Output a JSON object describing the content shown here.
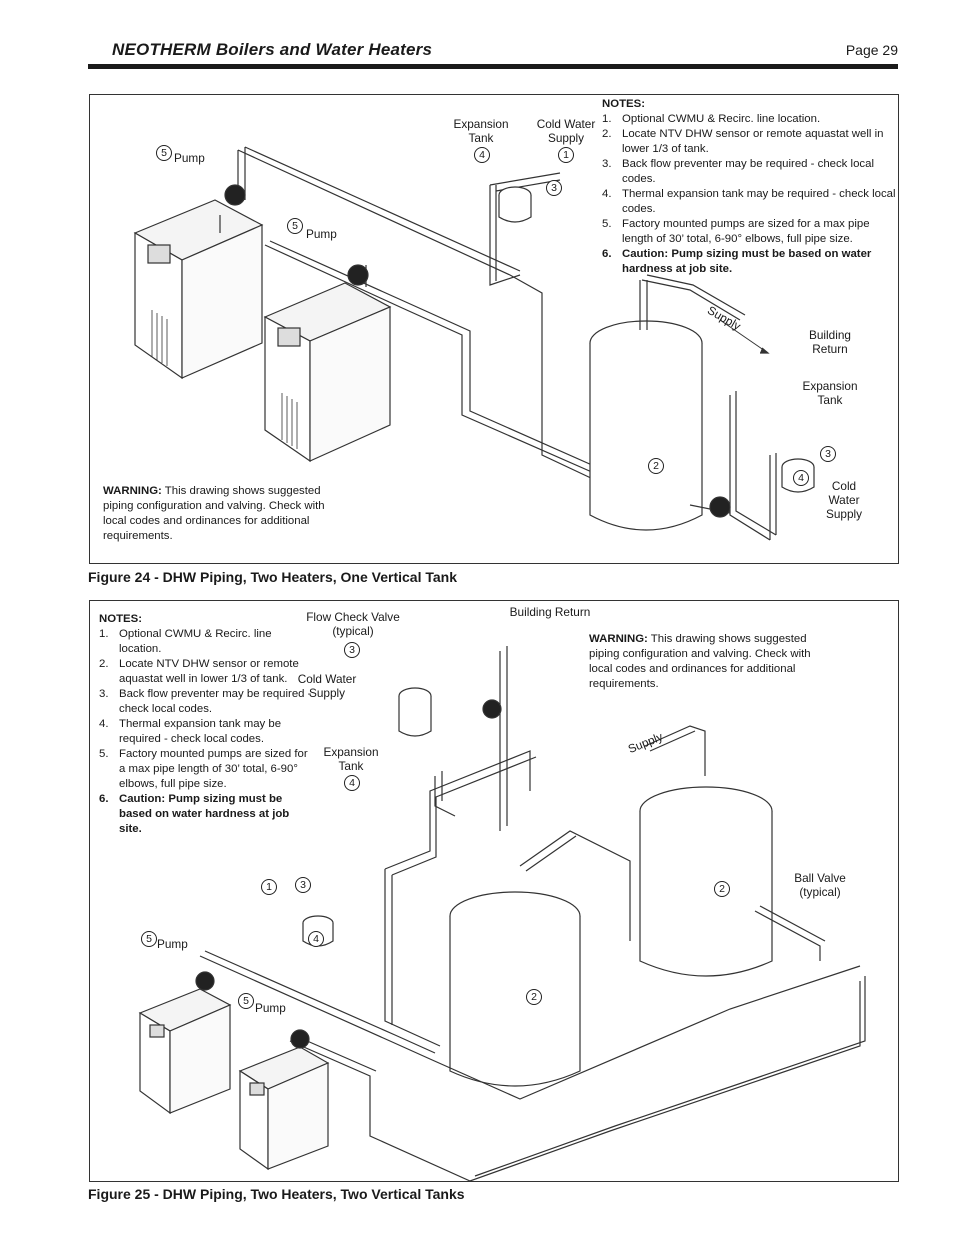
{
  "header": {
    "brand": "NEOTHERM",
    "title_rest": " Boilers and Water Heaters",
    "page": "Page 29"
  },
  "fig24": {
    "caption": "Figure 24 - DHW Piping, Two Heaters, One Vertical Tank",
    "notes_title": "NOTES:",
    "notes": [
      {
        "n": "1.",
        "t": "Optional CWMU & Recirc. line location."
      },
      {
        "n": "2.",
        "t": "Locate NTV DHW sensor or remote aquastat well in lower 1/3 of tank."
      },
      {
        "n": "3.",
        "t": "Back flow preventer may be required - check local codes."
      },
      {
        "n": "4.",
        "t": "Thermal expansion tank may be required - check local codes."
      },
      {
        "n": "5.",
        "t": "Factory mounted pumps are sized for a max pipe length of 30’ total, 6-90° elbows, full pipe size."
      },
      {
        "n": "6.",
        "t": "Caution: Pump sizing must be based on water hardness at job site."
      }
    ],
    "warning_label": "WARNING:",
    "warning_text": " This drawing shows suggested piping configuration and valving. Check with local codes and ordinances for additional requirements.",
    "labels": {
      "expansion_tank": "Expansion Tank",
      "cold_water_supply": "Cold Water Supply",
      "pump": "Pump",
      "supply": "Supply",
      "building_return": "Building Return",
      "expansion_tank_2": "Expansion Tank",
      "cold_water_supply_2": "Cold Water Supply"
    },
    "badges": {
      "b1": "1",
      "b2": "2",
      "b3": "3",
      "b4": "4",
      "b5": "5",
      "b3b": "3",
      "b4b": "4"
    }
  },
  "fig25": {
    "caption": "Figure 25 - DHW Piping, Two Heaters, Two Vertical Tanks",
    "notes_title": "NOTES:",
    "notes": [
      {
        "n": "1.",
        "t": "Optional CWMU & Recirc. line location."
      },
      {
        "n": "2.",
        "t": "Locate NTV DHW sensor or remote aquastat well in lower 1/3 of tank."
      },
      {
        "n": "3.",
        "t": "Back flow preventer may be required - check local codes."
      },
      {
        "n": "4.",
        "t": "Thermal expansion tank may be required - check local codes."
      },
      {
        "n": "5.",
        "t": "Factory mounted pumps are sized for a max pipe length of 30’ total, 6-90° elbows, full pipe size."
      },
      {
        "n": "6.",
        "t": "Caution: Pump sizing must be based on water hardness at job site."
      }
    ],
    "warning_label": "WARNING:",
    "warning_text": " This drawing shows suggested piping configuration and valving. Check with local codes and ordinances for additional requirements.",
    "labels": {
      "flow_check_valve": "Flow Check Valve (typical)",
      "building_return": "Building Return",
      "cold_water_supply": "Cold Water Supply",
      "expansion_tank": "Expansion Tank",
      "supply": "Supply",
      "ball_valve": "Ball Valve (typical)",
      "pump": "Pump"
    },
    "badges": {
      "b1": "1",
      "b2": "2",
      "b3": "3",
      "b4": "4",
      "b5": "5"
    }
  }
}
